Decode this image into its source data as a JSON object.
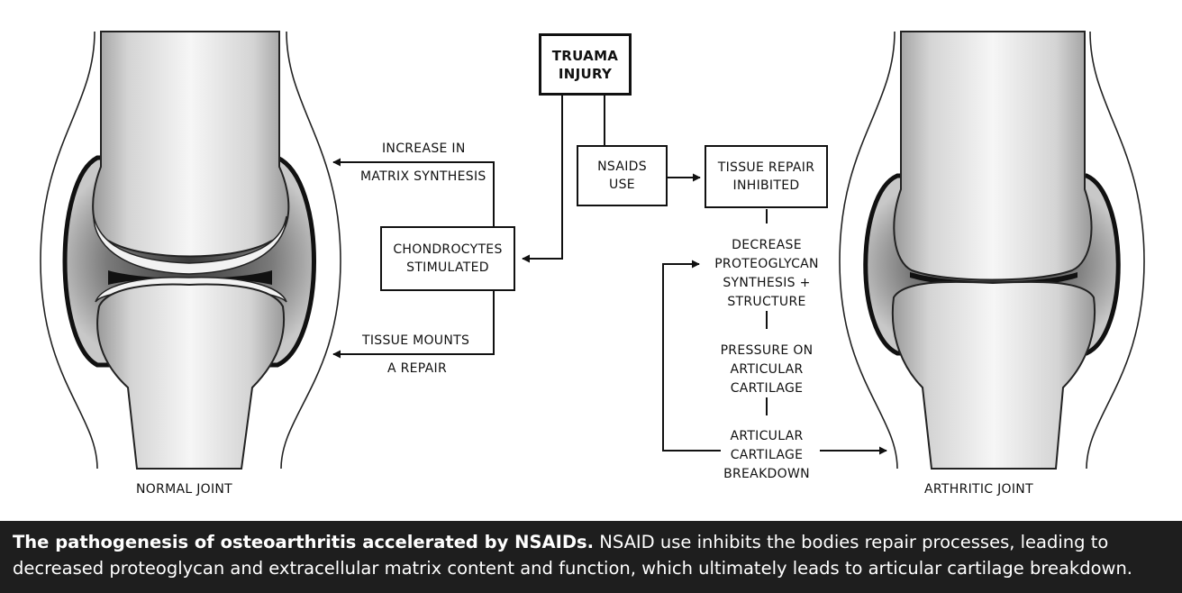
{
  "joints": {
    "normal_label": "NORMAL JOINT",
    "arthritic_label": "ARTHRITIC JOINT"
  },
  "flow": {
    "trauma": "TRUAMA\nINJURY",
    "nsaids": "NSAIDS\nUSE",
    "tissue_repair": "TISSUE REPAIR\nINHIBITED",
    "chondrocytes": "CHONDROCYTES\nSTIMULATED",
    "increase_line1": "INCREASE IN",
    "increase_line2": "MATRIX SYNTHESIS",
    "mounts_line1": "TISSUE MOUNTS",
    "mounts_line2": "A REPAIR",
    "decrease": "DECREASE\nPROTEOGLYCAN\nSYNTHESIS +\nSTRUCTURE",
    "pressure": "PRESSURE ON\nARTICULAR\nCARTILAGE",
    "breakdown": "ARTICULAR\nCARTILAGE\nBREAKDOWN"
  },
  "caption": {
    "title": "The pathogenesis of osteoarthritis accelerated by NSAIDs.",
    "body": " NSAID use inhibits the bodies repair processes, leading to decreased proteoglycan and extracellular matrix content and function, which ultimately leads to articular cartilage breakdown."
  }
}
